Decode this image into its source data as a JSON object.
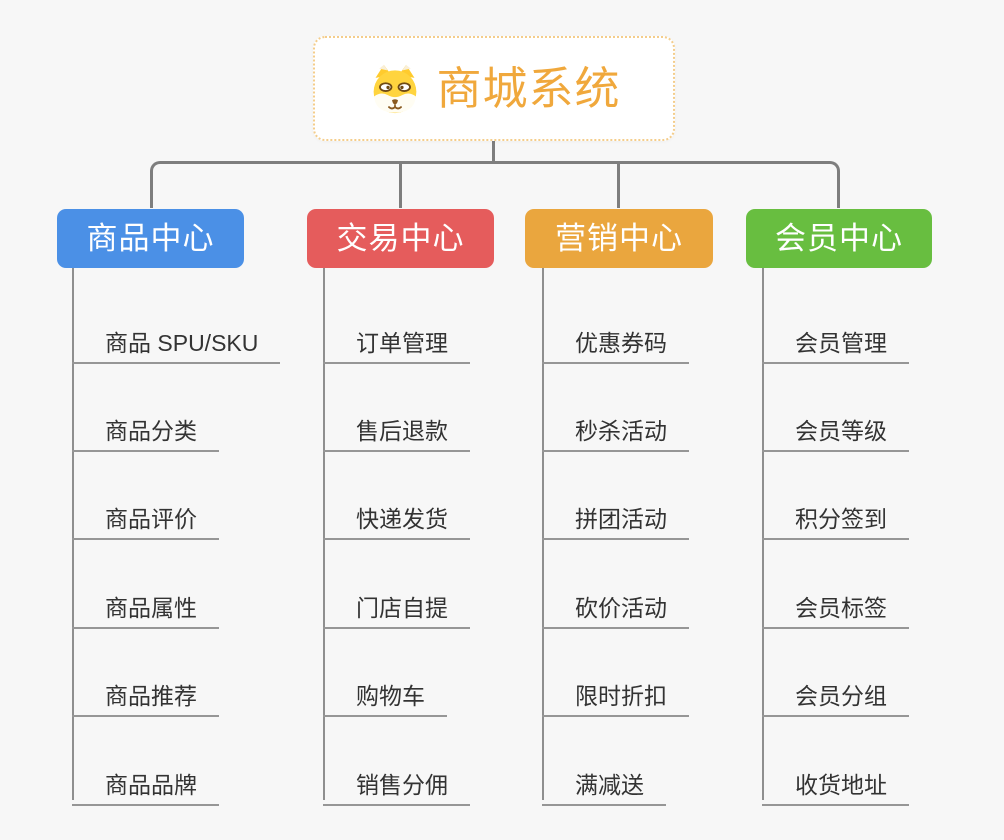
{
  "root": {
    "title": "商城系统",
    "icon": "dog-face-icon"
  },
  "branches": [
    {
      "label": "商品中心",
      "color": "#4B90E6",
      "items": [
        "商品 SPU/SKU",
        "商品分类",
        "商品评价",
        "商品属性",
        "商品推荐",
        "商品品牌"
      ]
    },
    {
      "label": "交易中心",
      "color": "#E55C5C",
      "items": [
        "订单管理",
        "售后退款",
        "快递发货",
        "门店自提",
        "购物车",
        "销售分佣"
      ]
    },
    {
      "label": "营销中心",
      "color": "#EAA63E",
      "items": [
        "优惠券码",
        "秒杀活动",
        "拼团活动",
        "砍价活动",
        "限时折扣",
        "满减送"
      ]
    },
    {
      "label": "会员中心",
      "color": "#68BE40",
      "items": [
        "会员管理",
        "会员等级",
        "积分签到",
        "会员标签",
        "会员分组",
        "收货地址"
      ]
    }
  ],
  "colors": {
    "background": "#F7F7F7",
    "connector": "#7E7E7E",
    "subtopic_line": "#969696",
    "subtopic_text": "#333333",
    "root_text": "#F0A83C",
    "root_border": "#F4CD8B",
    "root_background": "#FFFFFF",
    "branch_text": "#FFFFFF"
  }
}
